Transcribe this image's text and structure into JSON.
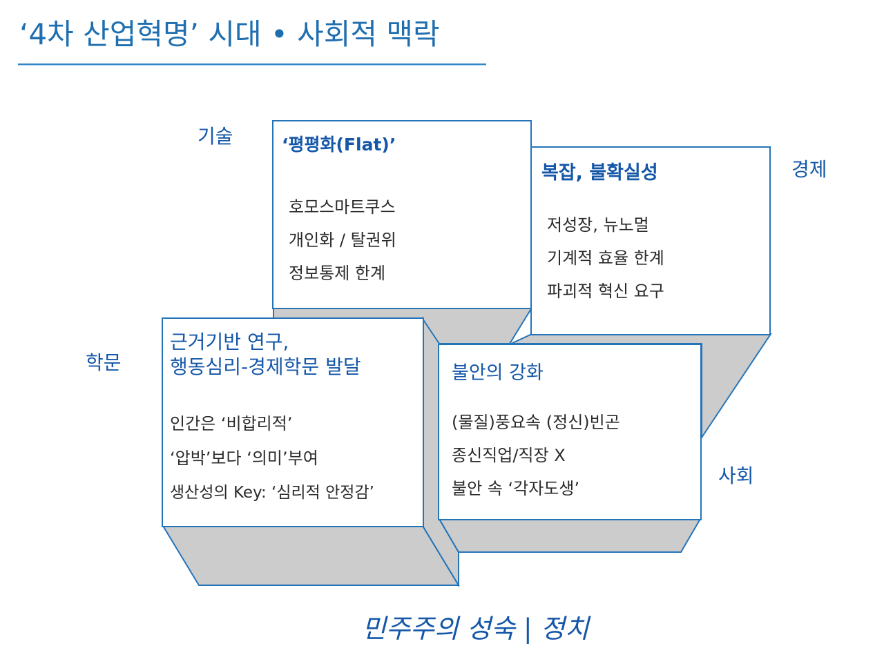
{
  "title": "‘4차 산업혁명’ 시대 • 사회적 맥락",
  "labels": {
    "tech": "기술",
    "economy": "경제",
    "academia": "학문",
    "society": "사회"
  },
  "boxes": {
    "flat": {
      "heading": "‘평평화(Flat)’",
      "items": [
        "호모스마트쿠스",
        "개인화 / 탈권위",
        "정보통제 한계"
      ]
    },
    "complex": {
      "heading": "복잡, 불확실성",
      "items": [
        "저성장, 뉴노멀",
        "기계적 효율 한계",
        "파괴적 혁신 요구"
      ]
    },
    "research": {
      "heading_lines": [
        "근거기반 연구,",
        "행동심리-경제학문 발달"
      ],
      "items": [
        "인간은 ‘비합리적’",
        "‘압박’보다 ‘의미’부여",
        "생산성의 Key: ‘심리적 안정감’"
      ]
    },
    "anxiety": {
      "heading": "불안의 강화",
      "items": [
        "(물질)풍요속 (정신)빈곤",
        "종신직업/직장 X",
        "불안 속 ‘각자도생’"
      ]
    }
  },
  "footer": "민주주의 성숙 | 정치",
  "colors": {
    "accent": "#1457a8",
    "border": "#2474b8",
    "shadow": "#cccccc"
  }
}
